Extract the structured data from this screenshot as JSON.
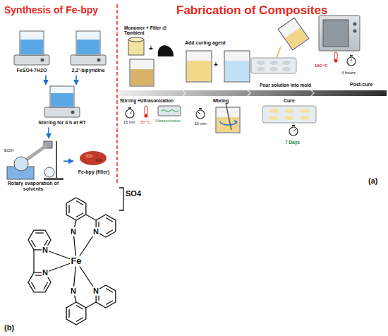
{
  "diagram": {
    "nodes": [
      {
        "text": [
          "FeSO4·7H2O"
        ]
      },
      {
        "text": [
          "2,2'-bipyridine"
        ]
      },
      {
        "text": [
          "Stirring for 4 h at RT"
        ]
      },
      {
        "text": [
          "Rotary evaporation of solvents"
        ]
      },
      {
        "text": [
          "Fe-bpy (filler)"
        ]
      }
    ],
    "edges": [
      {
        "from": 0,
        "to": 2,
        "arrow": "to"
      },
      {
        "from": 1,
        "to": 2,
        "arrow": "to"
      },
      {
        "from": 2,
        "to": 3,
        "arrow": "to"
      },
      {
        "from": 3,
        "to": 4,
        "arrow": "to"
      }
    ],
    "labels": [
      "Synthesis of Fe-bpy",
      "EtOH",
      "Fabrication of Composites",
      "Monomer + Filler @ Tambient",
      "+",
      "Add curing agent",
      "+",
      "Pour solution into mold",
      "100 °C",
      "4 hours",
      "Post-cure",
      "Stirring +Ultrasonication",
      "15 min",
      "50 °C",
      "Ultrasonication",
      "Mixing",
      "10 min",
      "Cure",
      "7 Days",
      "(a)",
      "SO4",
      "Fe",
      "N",
      "N",
      "N",
      "N",
      "N",
      "N",
      "(b)"
    ]
  }
}
